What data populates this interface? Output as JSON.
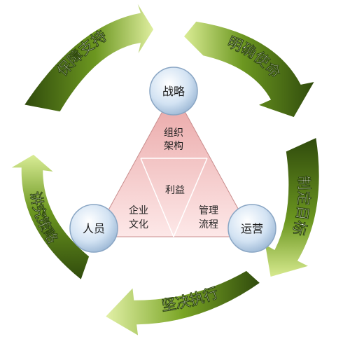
{
  "diagram": {
    "cycle_arrows": [
      "保障支持",
      "明确使命",
      "制定目标",
      "坚决执行",
      "讲究策略"
    ],
    "circles": {
      "top": "战略",
      "left": "人员",
      "right": "运营"
    },
    "triangle": {
      "top_segment": [
        "组织",
        "架构"
      ],
      "center_segment": "利益",
      "left_segment": [
        "企业",
        "文化"
      ],
      "right_segment": [
        "管理",
        "流程"
      ]
    }
  },
  "colors": {
    "arrow_dark": "#3a5a10",
    "arrow_mid": "#6f9a1e",
    "arrow_light": "#d9eb8c",
    "triangle_fill": "#f3c3c3",
    "triangle_stroke": "#c98c8c",
    "circle_fill": "#c9dcef",
    "circle_stroke": "#8aa6c4"
  }
}
